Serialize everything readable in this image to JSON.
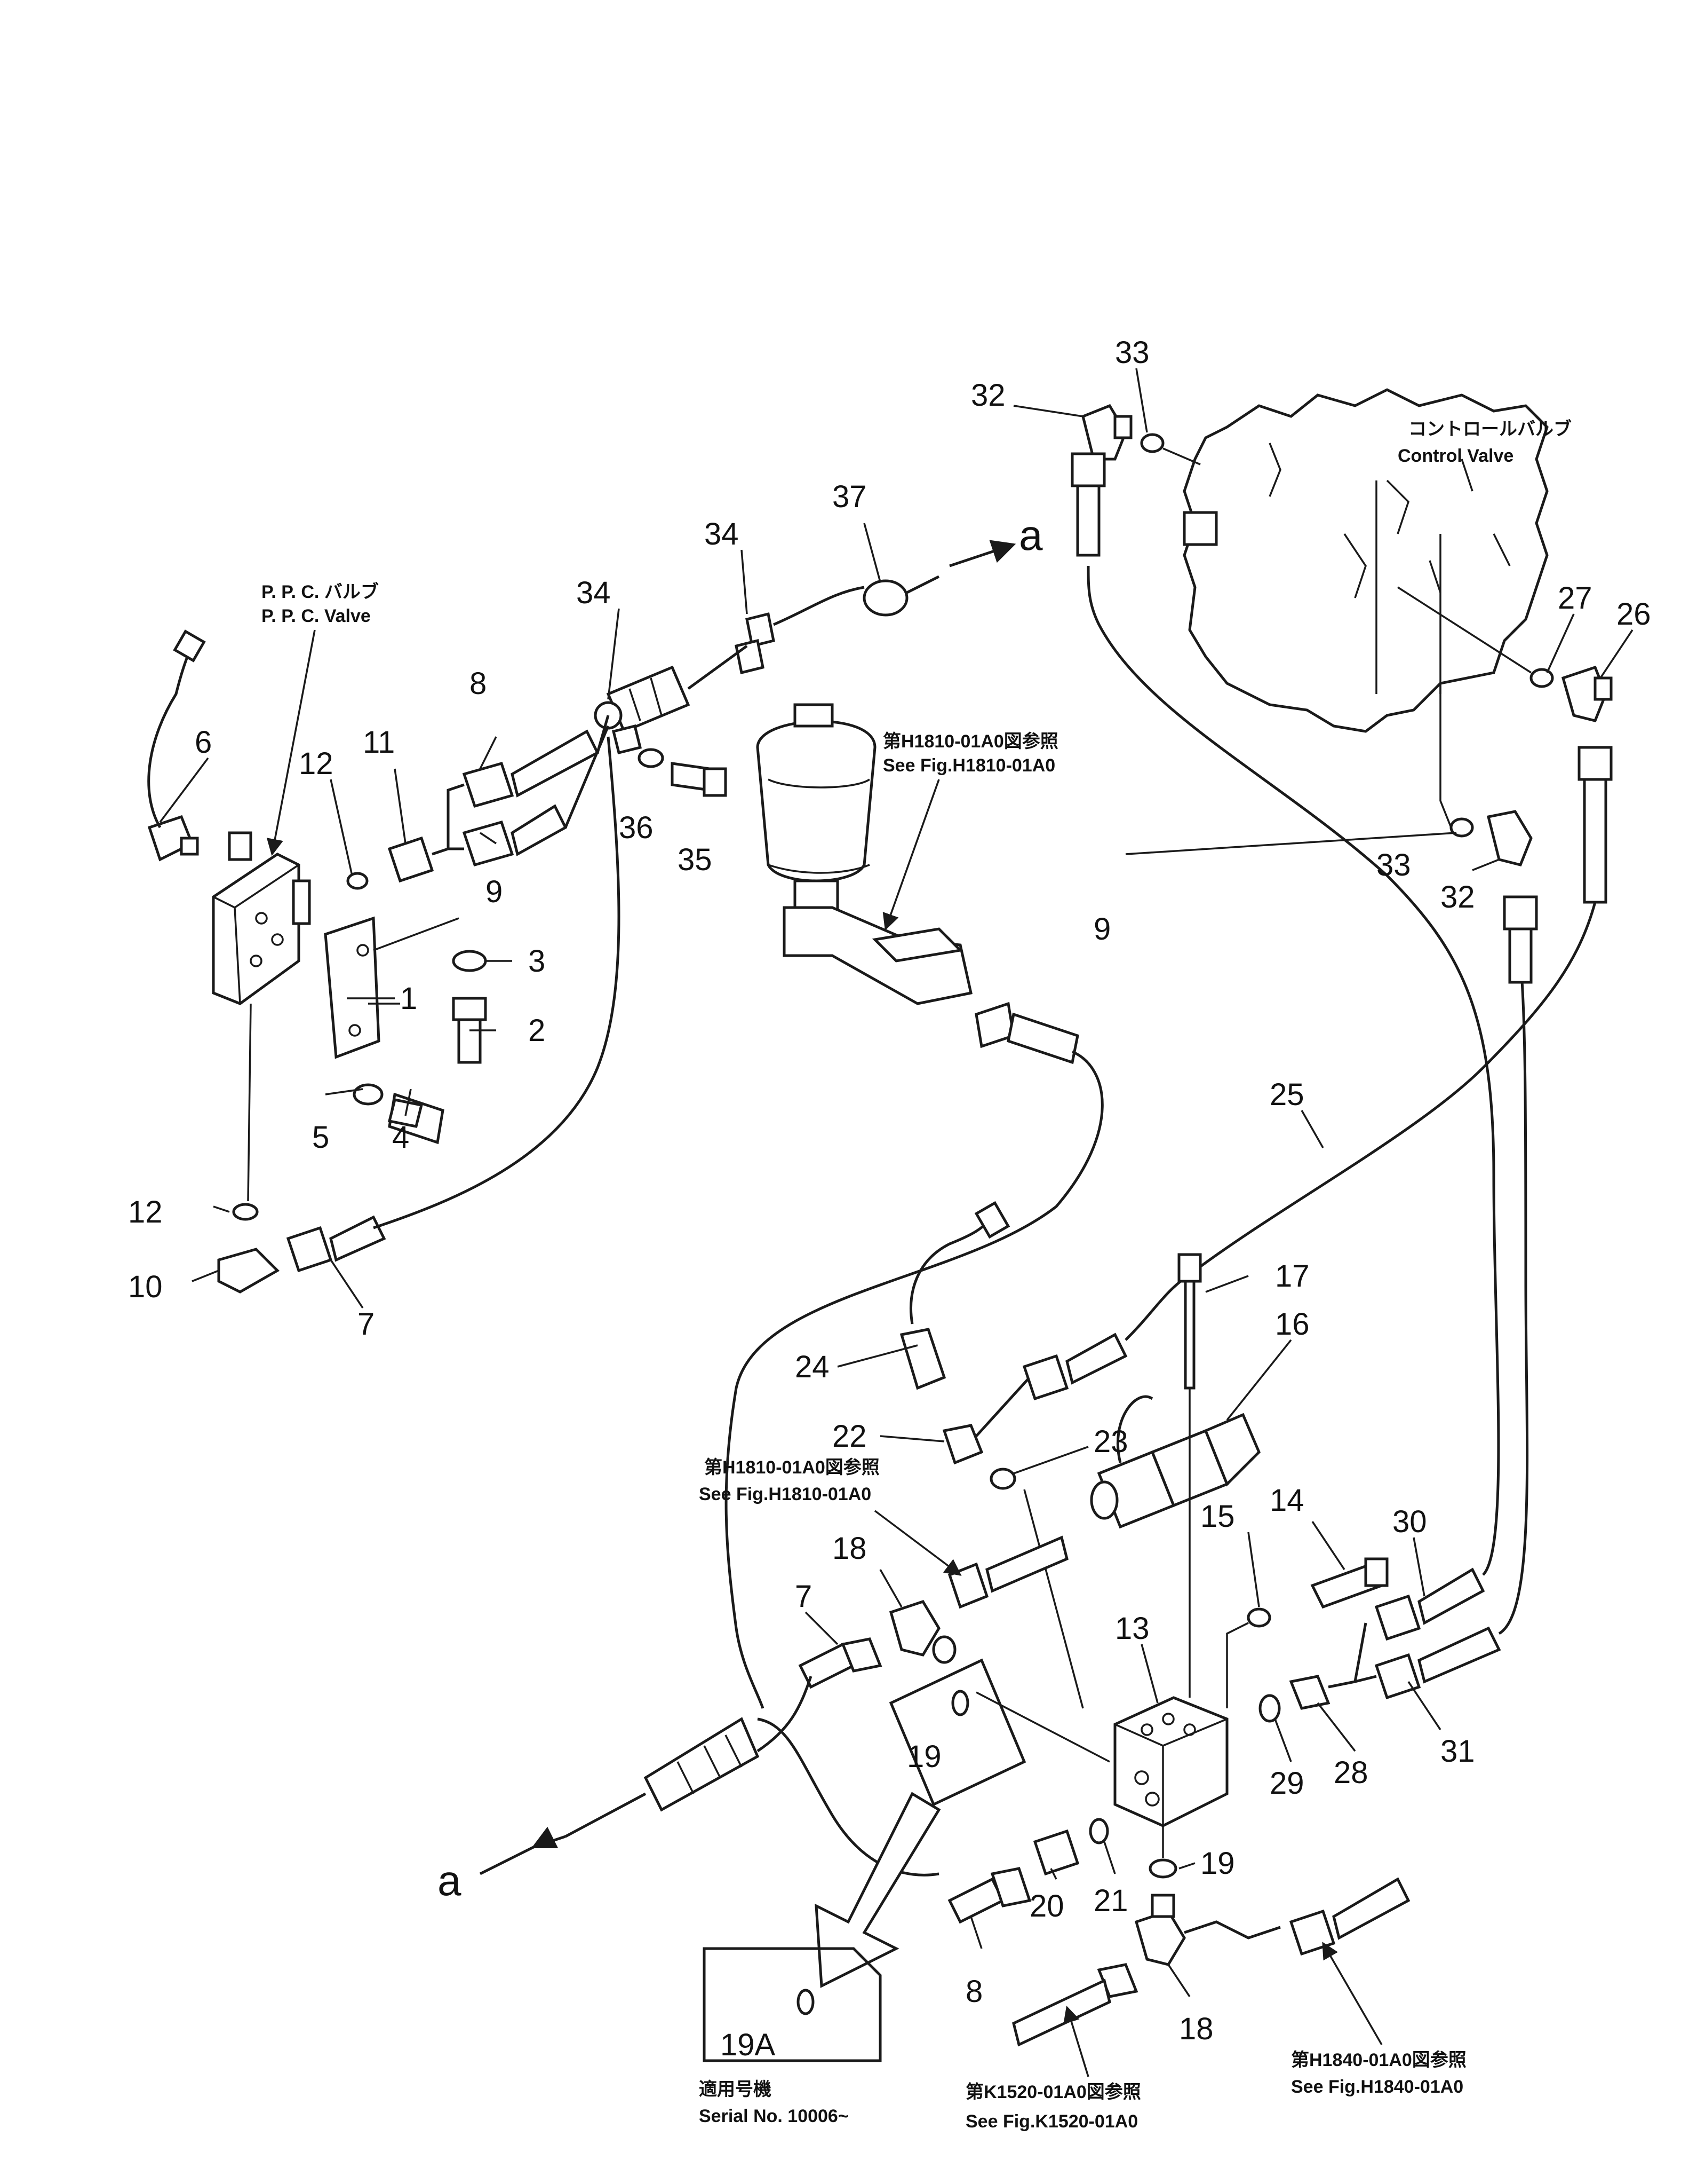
{
  "labels": {
    "ppc_valve_jp": "P. P. C. バルブ",
    "ppc_valve_en": "P. P. C. Valve",
    "control_valve_jp": "コントロールバルブ",
    "control_valve_en": "Control Valve",
    "ref_h1810_a_jp": "第H1810-01A0図参照",
    "ref_h1810_a_en": "See Fig.H1810-01A0",
    "ref_h1810_b_jp": "第H1810-01A0図参照",
    "ref_h1810_b_en": "See Fig.H1810-01A0",
    "ref_k1520_jp": "第K1520-01A0図参照",
    "ref_k1520_en": "See Fig.K1520-01A0",
    "ref_h1840_jp": "第H1840-01A0図参照",
    "ref_h1840_en": "See Fig.H1840-01A0",
    "serial_jp": "適用号機",
    "serial_en": "Serial  No.  10006~",
    "inset_part": "19A",
    "detail_part": "19",
    "connector_top": "a",
    "connector_bottom": "a"
  },
  "callouts": {
    "c1": "1",
    "c2": "2",
    "c3": "3",
    "c4": "4",
    "c5": "5",
    "c6": "6",
    "c7a": "7",
    "c7b": "7",
    "c8a": "8",
    "c8b": "8",
    "c9a": "9",
    "c9b": "9",
    "c10": "10",
    "c11": "11",
    "c12a": "12",
    "c12b": "12",
    "c13": "13",
    "c14": "14",
    "c15": "15",
    "c16": "16",
    "c17": "17",
    "c18a": "18",
    "c18b": "18",
    "c19": "19",
    "c20": "20",
    "c21": "21",
    "c22": "22",
    "c23": "23",
    "c24": "24",
    "c25": "25",
    "c26": "26",
    "c27": "27",
    "c28": "28",
    "c29": "29",
    "c30": "30",
    "c31": "31",
    "c32a": "32",
    "c32b": "32",
    "c33a": "33",
    "c33b": "33",
    "c34a": "34",
    "c34b": "34",
    "c35": "35",
    "c36": "36",
    "c37": "37"
  }
}
